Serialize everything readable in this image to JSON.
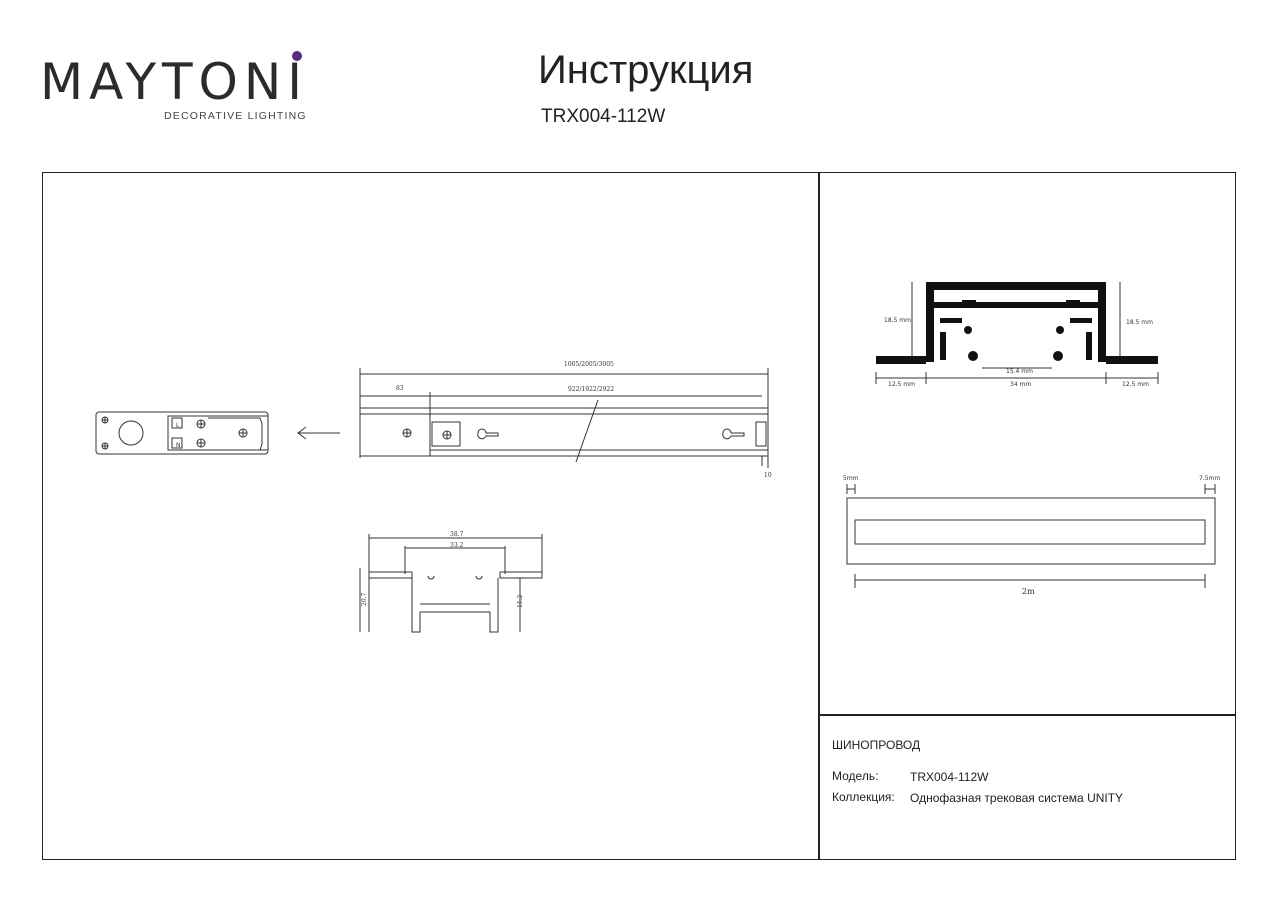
{
  "brand": {
    "logo_text": "MAYTONI",
    "tagline": "DECORATIVE LIGHTING",
    "dot_color": "#5b2a86"
  },
  "header": {
    "title": "Инструкция",
    "model": "TRX004-112W"
  },
  "drawings": {
    "side": {
      "overall_length": "1005/2005/3005",
      "end_length": "83",
      "inner_length": "922/1922/2922",
      "end_gap": "10"
    },
    "profile": {
      "outer_width": "38.7",
      "inner_width": "33.2",
      "outer_height": "20.7",
      "inner_height": "15.2"
    },
    "cross_section": {
      "height_left": "18.5 mm",
      "height_right": "18.5 mm",
      "flange_left": "12.5 mm",
      "body_width": "34 mm",
      "flange_right": "12.5 mm",
      "slot_width": "15.4 mm"
    },
    "cutout": {
      "margin_left": "5mm",
      "margin_right": "7.5mm",
      "length": "2m"
    }
  },
  "info": {
    "product_type": "ШИНОПРОВОД",
    "model_label": "Модель:",
    "model_value": "TRX004-112W",
    "collection_label": "Коллекция:",
    "collection_value": "Однофазная трековая система UNITY"
  }
}
